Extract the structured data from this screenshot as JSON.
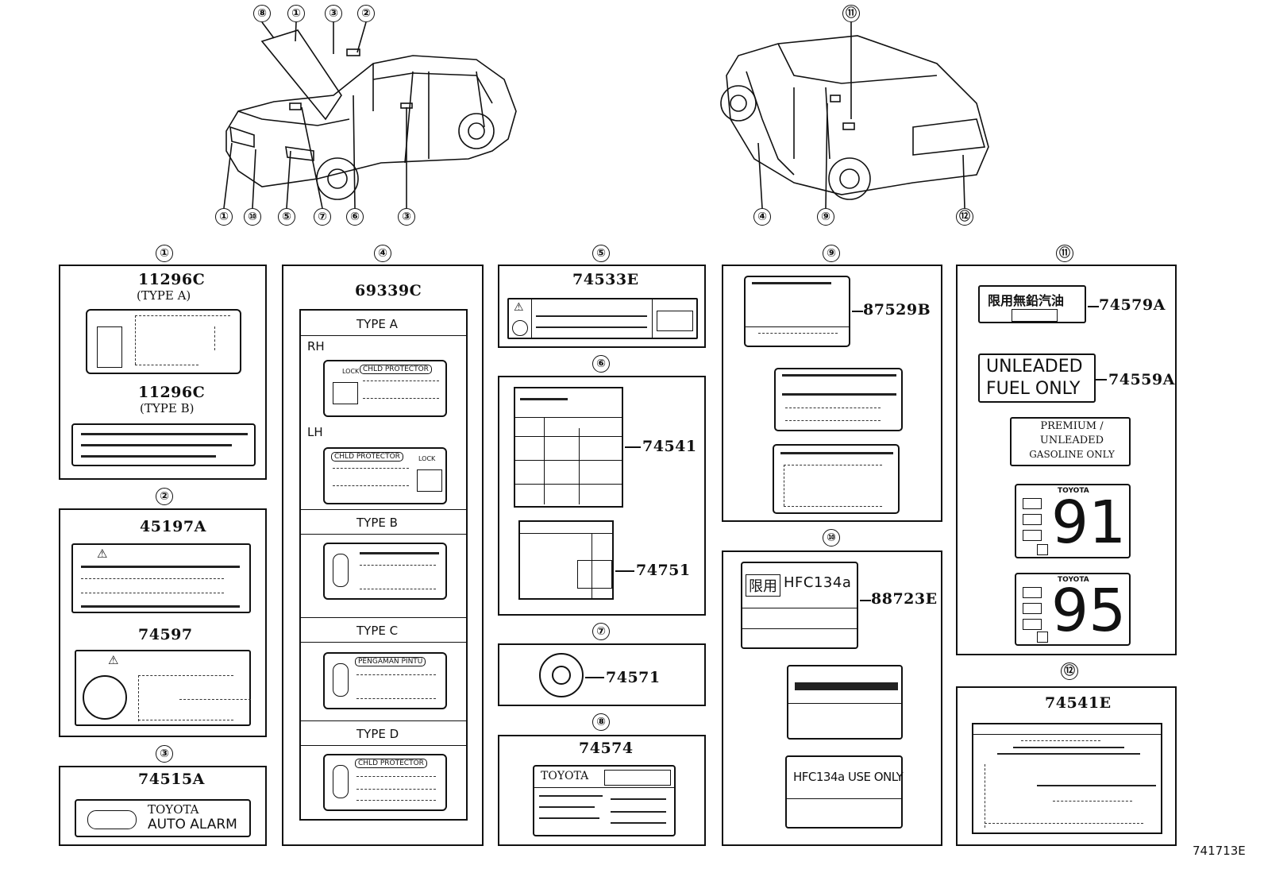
{
  "callouts_top_left": [
    "⑧",
    "①",
    "③",
    "②",
    "①",
    "⑩",
    "⑤",
    "⑦",
    "⑥",
    "③"
  ],
  "callouts_top_right": [
    "⑪",
    "④",
    "⑨",
    "⑫"
  ],
  "sections": {
    "s1": {
      "num": "①",
      "pn_a": "11296C",
      "type_a": "(TYPE  A)",
      "pn_b": "11296C",
      "type_b": "(TYPE  B)"
    },
    "s2": {
      "num": "②",
      "pn_a": "45197A",
      "pn_b": "74597"
    },
    "s3": {
      "num": "③",
      "pn": "74515A",
      "line1": "TOYOTA",
      "line2": "AUTO ALARM"
    },
    "s4": {
      "num": "④",
      "pn": "69339C",
      "type_a": "TYPE A",
      "rh": "RH",
      "lh": "LH",
      "type_b": "TYPE B",
      "type_c": "TYPE C",
      "type_d": "TYPE D",
      "child_protector": "CHLD PROTECTOR",
      "lock": "LOCK",
      "pengaman": "PENGAMAN PINTU"
    },
    "s5": {
      "num": "⑤",
      "pn": "74533E"
    },
    "s6": {
      "num": "⑥",
      "pn_a": "74541",
      "pn_b": "74751"
    },
    "s7": {
      "num": "⑦",
      "pn": "74571"
    },
    "s8": {
      "num": "⑧",
      "pn": "74574",
      "brand": "TOYOTA"
    },
    "s9": {
      "num": "⑨",
      "pn": "87529B"
    },
    "s10": {
      "num": "⑩",
      "pn": "88723E",
      "limit": "限用",
      "hfc": "HFC134a",
      "hfc_use": "HFC134a USE ONLY"
    },
    "s11": {
      "num": "⑪",
      "pn_a": "74579A",
      "jp": "限用無鉛汽油",
      "pn_b": "74559A",
      "unleaded1": "UNLEADED",
      "unleaded2": "FUEL ONLY",
      "premium1": "PREMIUM /",
      "premium2": "UNLEADED",
      "premium3": "GASOLINE   ONLY",
      "toyota": "TOYOTA",
      "oct1": "91",
      "oct2": "95"
    },
    "s12": {
      "num": "⑫",
      "pn": "74541E"
    }
  },
  "figure_id": "741713E"
}
